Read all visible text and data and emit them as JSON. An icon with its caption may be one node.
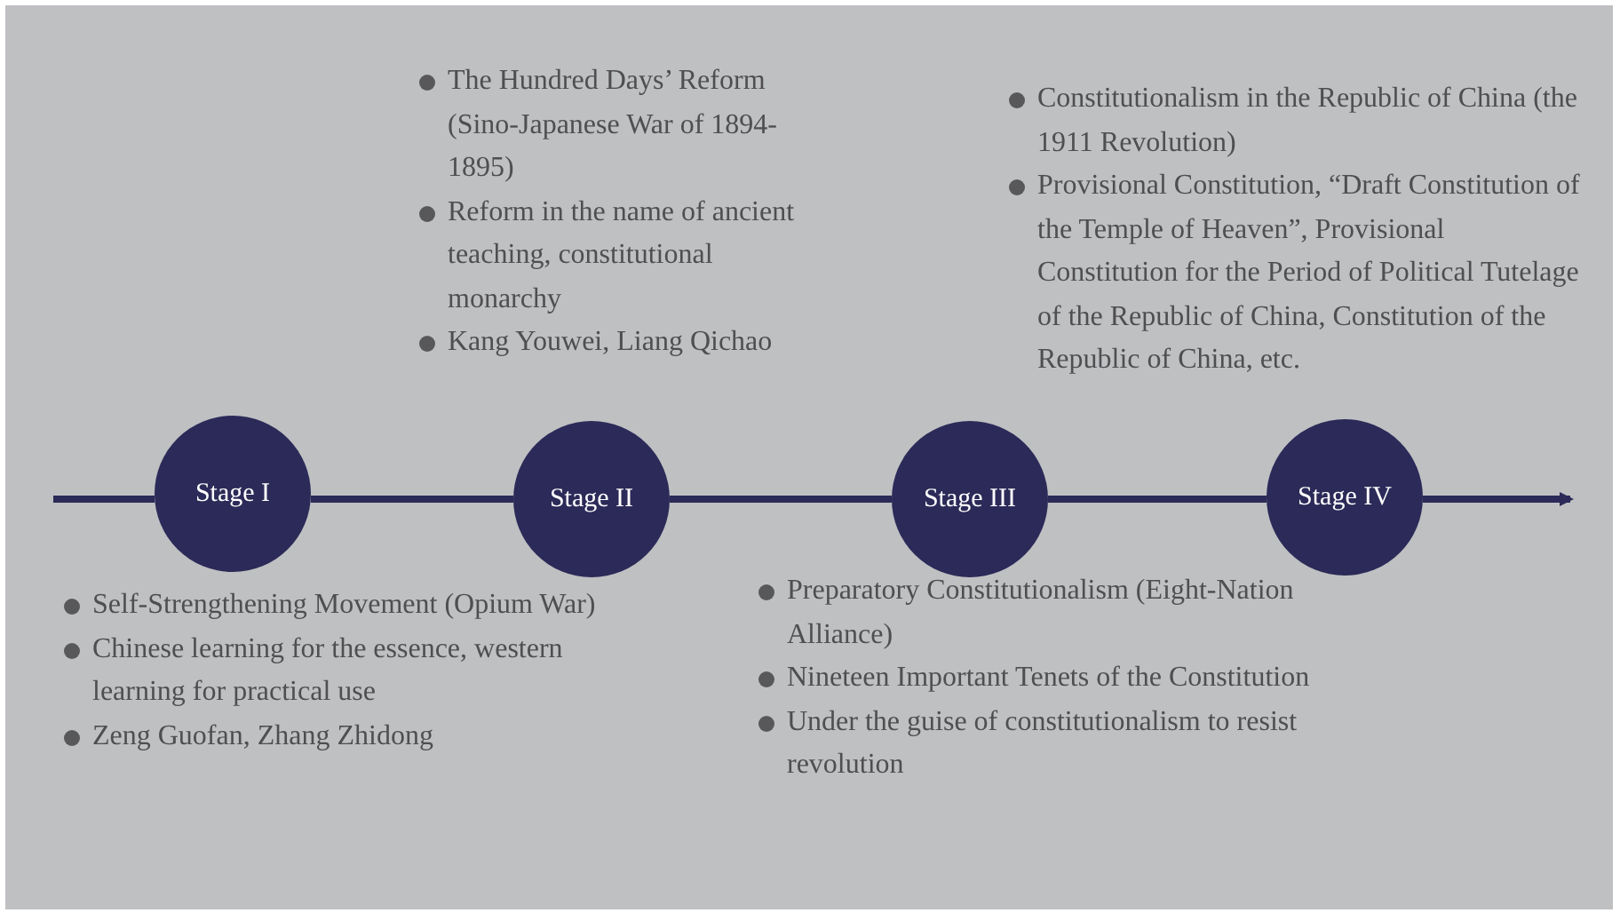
{
  "diagram": {
    "nodes": [
      {
        "text": [
          "Stage I"
        ],
        "beside": [
          "Self-Strengthening Movement (Opium War)",
          "Chinese learning for the essence, western learning for practical use",
          "Zeng Guofan, Zhang Zhidong"
        ]
      },
      {
        "text": [
          "Stage II"
        ],
        "beside": [
          "The Hundred Days’ Reform (Sino-Japanese War of 1894-1895)",
          "Reform in the name of ancient teaching, constitutional monarchy",
          "Kang Youwei, Liang Qichao"
        ]
      },
      {
        "text": [
          "Stage III"
        ],
        "beside": [
          "Preparatory Constitutionalism (Eight-Nation Alliance)",
          "Nineteen Important Tenets of the Constitution",
          "Under the guise of constitutionalism to resist revolution"
        ]
      },
      {
        "text": [
          "Stage IV"
        ],
        "beside": [
          "Constitutionalism in the Republic of China (the 1911 Revolution)",
          "Provisional Constitution, “Draft Constitution of the Temple of Heaven”, Provisional Constitution for the Period of Political Tutelage of the Republic of China, Constitution of the Republic of China, etc."
        ]
      }
    ],
    "edges": [
      {
        "from": null,
        "to": 0,
        "arrow": "none"
      },
      {
        "from": 0,
        "to": 1,
        "arrow": "none"
      },
      {
        "from": 1,
        "to": 2,
        "arrow": "none"
      },
      {
        "from": 2,
        "to": 3,
        "arrow": "none"
      },
      {
        "from": 3,
        "to": null,
        "arrow": "to"
      }
    ]
  }
}
